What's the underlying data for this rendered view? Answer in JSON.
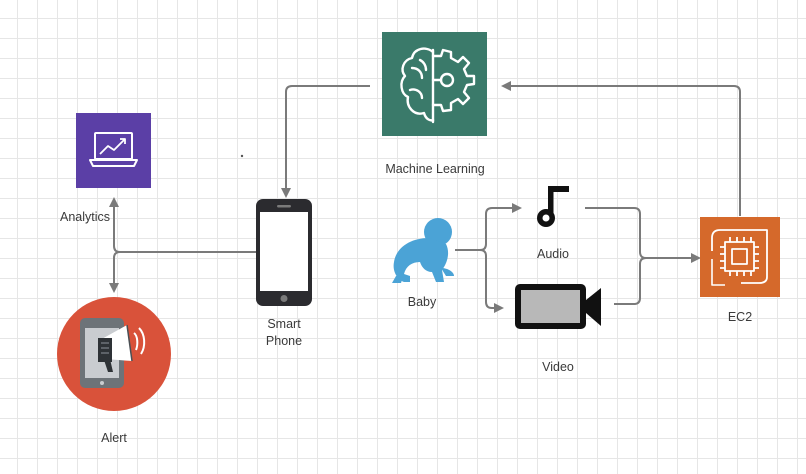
{
  "nodes": {
    "machine_learning": {
      "label": "Machine Learning",
      "color": "#3a7a6a",
      "icon": "brain-gear-icon"
    },
    "analytics": {
      "label": "Analytics",
      "color": "#5b3fa6",
      "icon": "trend-chart-icon"
    },
    "smart_phone": {
      "label_line1": "Smart",
      "label_line2": "Phone",
      "color": "#2b2b2f",
      "icon": "smartphone-icon"
    },
    "alert": {
      "label": "Alert",
      "color": "#d9523a",
      "icon": "phone-megaphone-icon"
    },
    "baby": {
      "label": "Baby",
      "color": "#4ba3d6",
      "icon": "crawling-baby-icon"
    },
    "audio": {
      "label": "Audio",
      "color": "#111111",
      "icon": "music-note-icon"
    },
    "video": {
      "label": "Video",
      "color": "#111111",
      "icon": "video-camera-icon"
    },
    "ec2": {
      "label": "EC2",
      "color": "#d5692b",
      "icon": "chip-icon"
    }
  },
  "connector_color": "#7a7a7a"
}
